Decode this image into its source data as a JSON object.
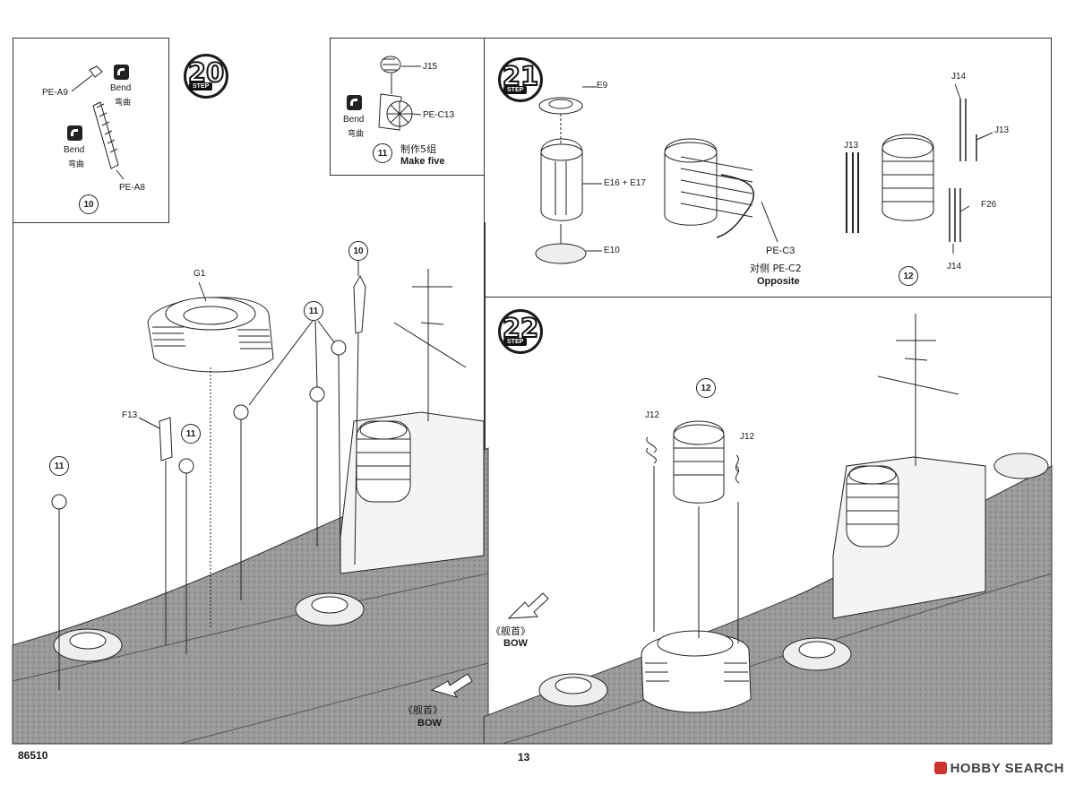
{
  "steps": {
    "s20": "20",
    "s21": "21",
    "s22": "22",
    "word": "STEP"
  },
  "sub10": {
    "pe_a9": "PE-A9",
    "pe_a8": "PE-A8",
    "bend1": "Bend",
    "bend1_zh": "弯曲",
    "bend2": "Bend",
    "bend2_zh": "弯曲",
    "circle": "10"
  },
  "sub11": {
    "j15": "J15",
    "pe_c13": "PE-C13",
    "bend": "Bend",
    "bend_zh": "弯曲",
    "circle": "11",
    "make_zh": "制作5组",
    "make_en": "Make five"
  },
  "step20": {
    "g1": "G1",
    "f13": "F13",
    "c10": "10",
    "c11a": "11",
    "c11b": "11",
    "c11c": "11",
    "bow_zh": "《舰首》",
    "bow_en": "BOW"
  },
  "step21": {
    "e9": "E9",
    "e16": "E16 + E17",
    "e10": "E10",
    "pe_c3": "PE-C3",
    "opp_zh": "对侧 PE-C2",
    "opp_en": "Opposite",
    "j14a": "J14",
    "j13a": "J13",
    "j13b": "J13",
    "f26": "F26",
    "j14b": "J14",
    "c12": "12"
  },
  "step22": {
    "c12": "12",
    "j12a": "J12",
    "j12b": "J12",
    "bow_zh": "《舰首》",
    "bow_en": "BOW"
  },
  "footer": {
    "code": "86510",
    "page": "13",
    "watermark": "HOBBY SEARCH"
  }
}
